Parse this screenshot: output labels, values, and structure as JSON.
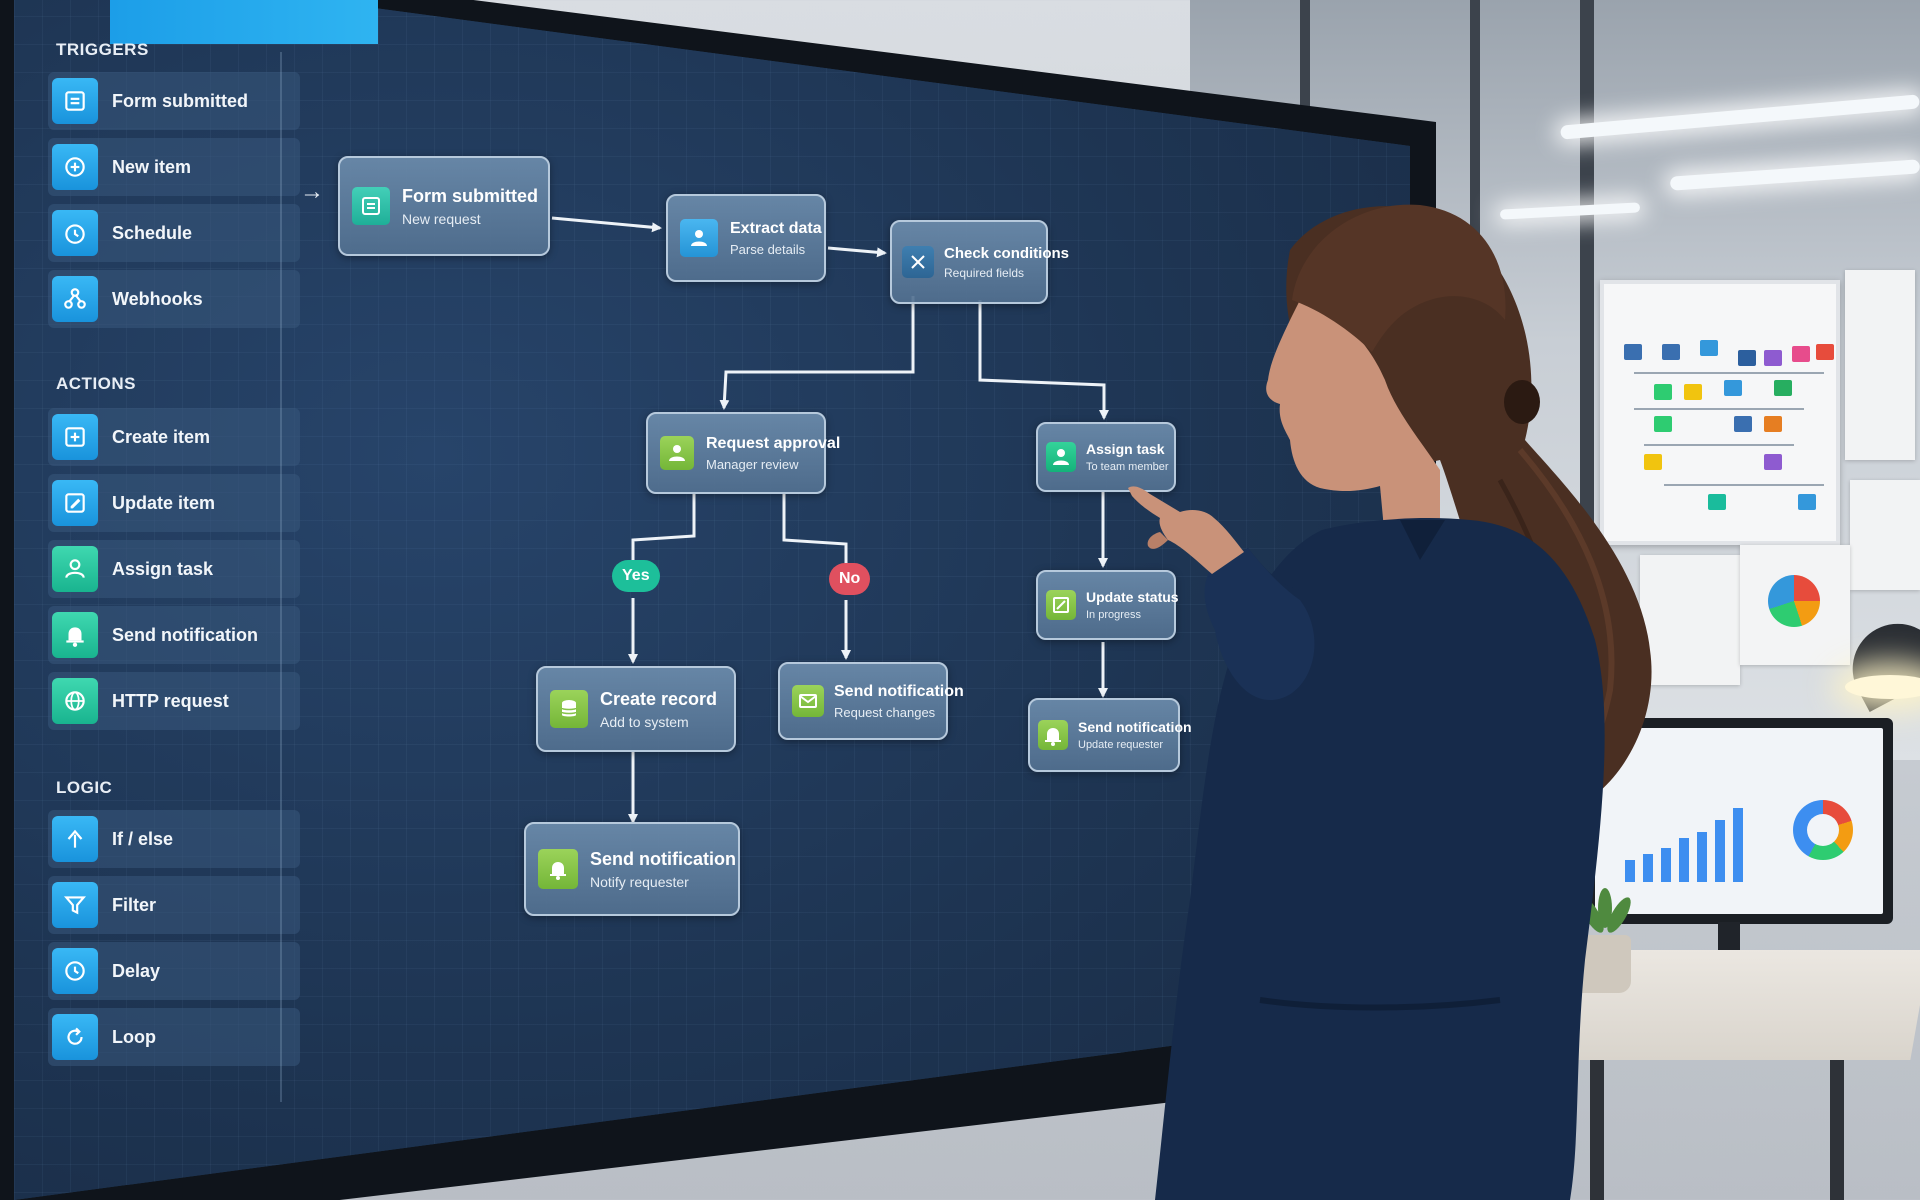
{
  "colors": {
    "screen_bg": "#1f3653",
    "accent_blue": "#1c9ee8",
    "accent_green": "#1faf98",
    "yes": "#1dbf9a",
    "no": "#e0505f"
  },
  "sidebar": {
    "triggers": {
      "title": "TRIGGERS",
      "items": [
        {
          "label": "Form submitted",
          "icon": "form-icon"
        },
        {
          "label": "New item",
          "icon": "new-item-icon"
        },
        {
          "label": "Schedule",
          "icon": "clock-icon"
        },
        {
          "label": "Webhooks",
          "icon": "webhook-icon"
        }
      ]
    },
    "actions": {
      "title": "ACTIONS",
      "items": [
        {
          "label": "Create item",
          "icon": "create-icon"
        },
        {
          "label": "Update item",
          "icon": "update-icon"
        },
        {
          "label": "Assign task",
          "icon": "user-icon"
        },
        {
          "label": "Send notification",
          "icon": "bell-icon"
        },
        {
          "label": "HTTP request",
          "icon": "globe-icon"
        }
      ]
    },
    "logic": {
      "title": "LOGIC",
      "items": [
        {
          "label": "If / else",
          "icon": "branch-icon"
        },
        {
          "label": "Filter",
          "icon": "filter-icon"
        },
        {
          "label": "Delay",
          "icon": "clock-icon"
        },
        {
          "label": "Loop",
          "icon": "loop-icon"
        }
      ]
    }
  },
  "flow": {
    "form_submitted": {
      "title": "Form submitted",
      "sub": "New request"
    },
    "extract_data": {
      "title": "Extract data",
      "sub": "Parse details"
    },
    "check_conditions": {
      "title": "Check conditions",
      "sub": "Required fields"
    },
    "request_approval": {
      "title": "Request approval",
      "sub": "Manager review"
    },
    "assign_task": {
      "title": "Assign task",
      "sub": "To team member"
    },
    "update_status": {
      "title": "Update status",
      "sub": "In progress"
    },
    "send_notification_right": {
      "title": "Send notification",
      "sub": "Update requester"
    },
    "create_record": {
      "title": "Create record",
      "sub": "Add to system"
    },
    "send_notification_changes": {
      "title": "Send notification",
      "sub": "Request changes"
    },
    "send_notification_bottom": {
      "title": "Send notification",
      "sub": "Notify requester"
    },
    "branch_yes": "Yes",
    "branch_no": "No"
  }
}
